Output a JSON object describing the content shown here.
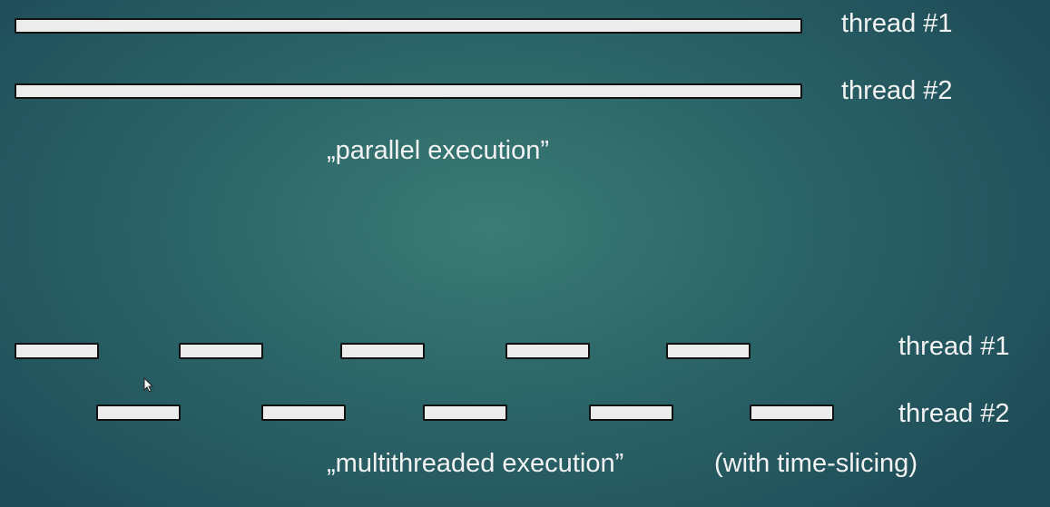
{
  "parallel": {
    "threads": [
      "thread #1",
      "thread #2"
    ],
    "caption": "„parallel execution”"
  },
  "multithreaded": {
    "threads": [
      "thread #1",
      "thread #2"
    ],
    "caption": "„multithreaded execution”",
    "note": "(with time-slicing)",
    "thread1_slices": 5,
    "thread2_slices": 5
  }
}
